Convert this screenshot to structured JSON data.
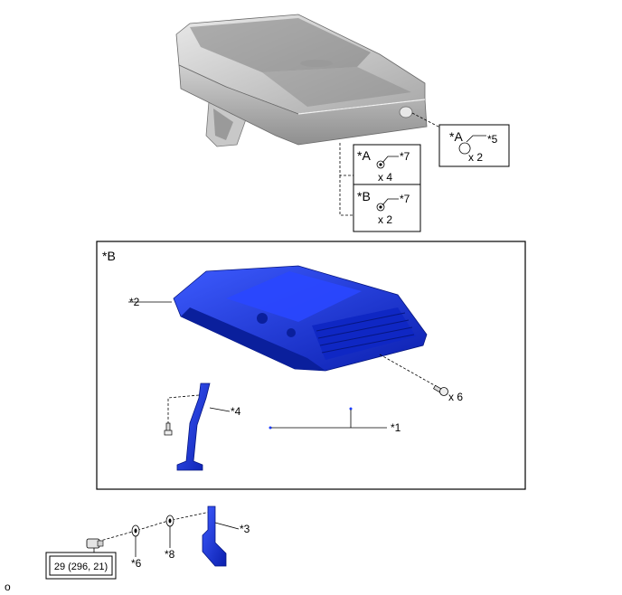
{
  "callouts": {
    "a_top": "*A",
    "a_mid": "*A",
    "b_mid": "*B",
    "b_box": "*B"
  },
  "parts": {
    "p1": "*1",
    "p2": "*2",
    "p3": "*3",
    "p4": "*4",
    "p5": "*5",
    "p6": "*6",
    "p7a": "*7",
    "p7b": "*7",
    "p8": "*8"
  },
  "quantities": {
    "q_a_top": "x 2",
    "q_a_mid": "x 4",
    "q_b_mid": "x 2",
    "q_screws": "x 6"
  },
  "torque": {
    "value": "29 (296, 21)"
  },
  "corner_mark": "o",
  "colors": {
    "blue_part": "#1a3cff",
    "blue_dark": "#0a1f9c",
    "gray_part": "#b5b5b5"
  }
}
